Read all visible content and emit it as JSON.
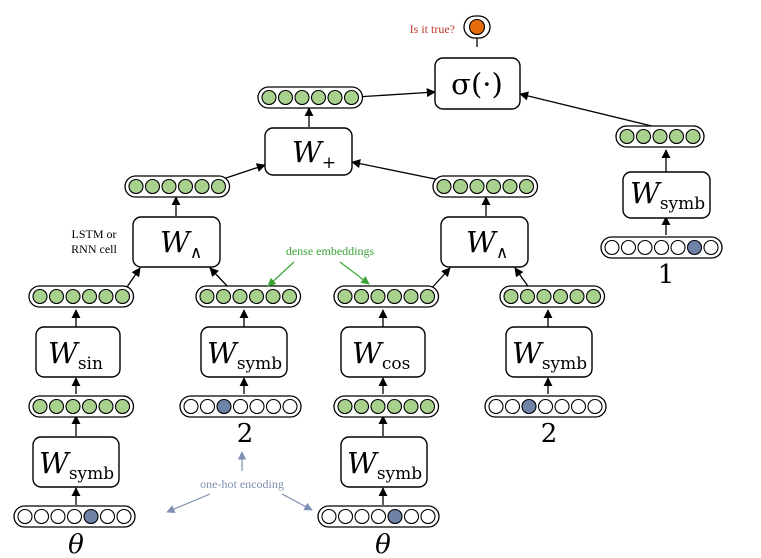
{
  "colors": {
    "filled": "#a9d18e",
    "empty": "#ffffff",
    "onehot": "#6f82a8",
    "output": "#e46c0a",
    "annot_green": "#3aa335",
    "annot_blue": "#7e8fb2",
    "question": "#c0392b"
  },
  "labels": {
    "question": "Is it true?",
    "lstm_line1": "LSTM or",
    "lstm_line2": "RNN cell",
    "dense": "dense embeddings",
    "onehot": "one-hot encoding"
  },
  "boxes": {
    "sigma": {
      "main": "σ(·)",
      "sub": ""
    },
    "plus": {
      "main": "W",
      "sub": "+"
    },
    "and_left": {
      "main": "W",
      "sub": "∧"
    },
    "and_right": {
      "main": "W",
      "sub": "∧"
    },
    "symb_right_top": {
      "main": "W",
      "sub": "symb"
    },
    "sin": {
      "main": "W",
      "sub": "sin"
    },
    "symb_2a": {
      "main": "W",
      "sub": "symb"
    },
    "cos": {
      "main": "W",
      "sub": "cos"
    },
    "symb_2b": {
      "main": "W",
      "sub": "symb"
    },
    "symb_theta_a": {
      "main": "W",
      "sub": "symb"
    },
    "symb_theta_b": {
      "main": "W",
      "sub": "symb"
    }
  },
  "vectors": {
    "v_sigma_in": {
      "count": 6,
      "onehot": -1
    },
    "v_plus_in_left": {
      "count": 6,
      "onehot": -1
    },
    "v_plus_in_right": {
      "count": 6,
      "onehot": -1
    },
    "v_right_top": {
      "count": 5,
      "onehot": -1
    },
    "v_onehot_1": {
      "count": 7,
      "onehot": 5
    },
    "v_sin_out": {
      "count": 6,
      "onehot": -1
    },
    "v_symb2a_out": {
      "count": 6,
      "onehot": -1
    },
    "v_cos_out": {
      "count": 6,
      "onehot": -1
    },
    "v_symb2b_out": {
      "count": 6,
      "onehot": -1
    },
    "v_onehot_2a": {
      "count": 7,
      "onehot": 2
    },
    "v_onehot_2b": {
      "count": 7,
      "onehot": 2
    },
    "v_theta_a_out": {
      "count": 6,
      "onehot": -1
    },
    "v_theta_b_out": {
      "count": 6,
      "onehot": -1
    },
    "v_onehot_theta_a": {
      "count": 7,
      "onehot": 4
    },
    "v_onehot_theta_b": {
      "count": 7,
      "onehot": 4
    }
  },
  "tokens": {
    "one": "1",
    "two_a": "2",
    "two_b": "2",
    "theta_a": "θ",
    "theta_b": "θ"
  }
}
